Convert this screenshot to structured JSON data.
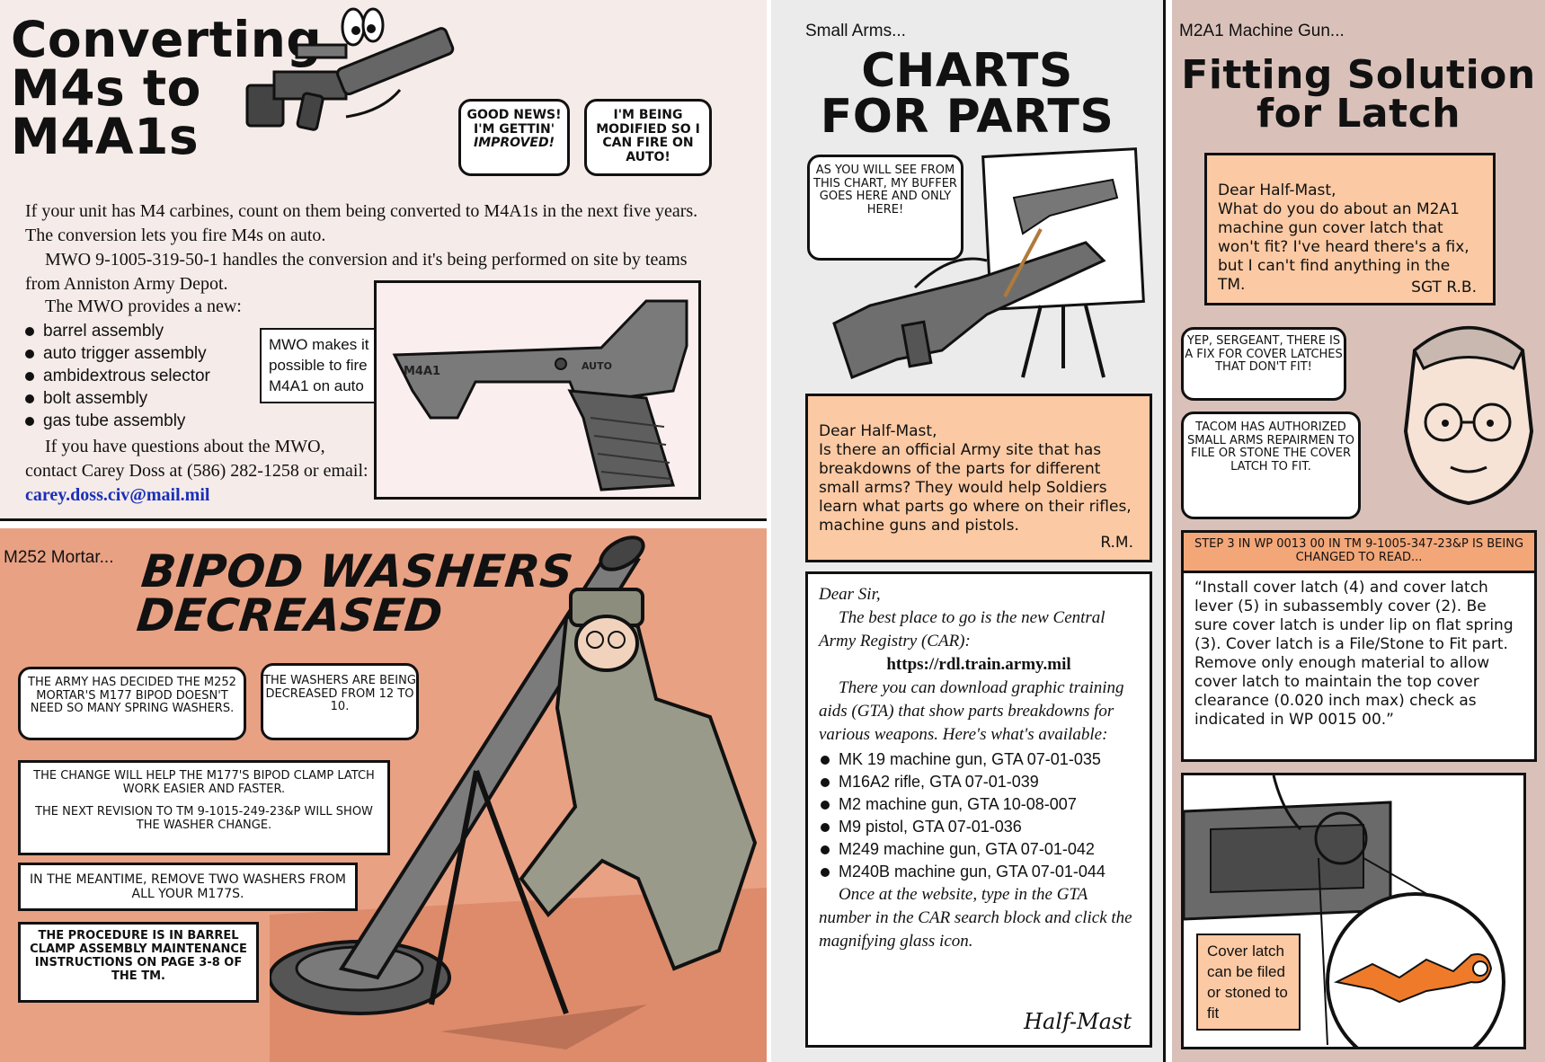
{
  "m4": {
    "title_line1": "Converting",
    "title_line2": "M4s to",
    "title_line3": "M4A1s",
    "bubble_left_1": "GOOD NEWS! I'M GETTIN'",
    "bubble_left_2": "IMPROVED!",
    "bubble_right_1": "I'M BEING MODIFIED SO I CAN FIRE ON",
    "bubble_right_2": "AUTO!",
    "para1": "If your unit has M4 carbines, count on them being converted to M4A1s in the next five years. The conversion lets you fire M4s on auto.",
    "para2": "MWO 9-1005-319-50-1 handles the conversion and it's being performed on site by teams from Anniston Army Depot.",
    "para3": "The MWO provides a new:",
    "bullets": [
      "barrel assembly",
      "auto trigger assembly",
      "ambidextrous selector",
      "bolt assembly",
      "gas tube assembly"
    ],
    "para4": "If you have questions about the MWO, contact Carey Doss at (586) 282-1258 or email:",
    "email": "carey.doss.civ@mail.mil",
    "callout": "MWO makes it possible to fire M4A1 on auto",
    "receiver_mark": "M4A1",
    "selector_mark": "AUTO"
  },
  "mortar": {
    "kicker": "M252 Mortar...",
    "title_line1": "BIPOD WASHERS",
    "title_line2": "DECREASED",
    "bubble1": "THE ARMY HAS DECIDED THE M252 MORTAR'S M177 BIPOD DOESN'T NEED SO MANY SPRING WASHERS.",
    "bubble2": "THE WASHERS ARE BEING DECREASED FROM 12 TO 10.",
    "box1a": "THE CHANGE WILL HELP THE M177'S BIPOD CLAMP LATCH WORK EASIER AND FASTER.",
    "box1b": "THE NEXT REVISION TO TM 9-1015-249-23&P WILL SHOW THE WASHER CHANGE.",
    "box2": "IN THE MEANTIME, REMOVE TWO WASHERS FROM ALL YOUR M177S.",
    "box3": "THE PROCEDURE IS IN BARREL CLAMP ASSEMBLY MAINTENANCE INSTRUCTIONS ON PAGE 3-8 OF THE TM."
  },
  "charts": {
    "kicker": "Small Arms...",
    "title_line1": "CHARTS",
    "title_line2": "FOR PARTS",
    "bubble": "AS YOU WILL SEE FROM THIS CHART, MY BUFFER GOES HERE AND ONLY HERE!",
    "letter": "Dear Half-Mast,\n    Is there an official Army site that has breakdowns of the parts for different small arms? They would help Soldiers learn what parts go where on their rifles, machine guns and pistols.",
    "letter_sign": "R.M.",
    "reply_greeting": "Dear Sir,",
    "reply_p1": "The best place to go is the new Central Army Registry (CAR):",
    "reply_url": "https://rdl.train.army.mil",
    "reply_p2": "There you can download graphic training aids (GTA) that show parts breakdowns for various weapons. Here's what's available:",
    "items": [
      {
        "name": "MK 19 machine gun,",
        "gta": "GTA 07-01-035"
      },
      {
        "name": "M16A2 rifle,",
        "gta": "GTA 07-01-039"
      },
      {
        "name": "M2 machine gun,",
        "gta": "GTA 10-08-007"
      },
      {
        "name": "M9 pistol,",
        "gta": "GTA 07-01-036"
      },
      {
        "name": "M249 machine gun,",
        "gta": "GTA 07-01-042"
      },
      {
        "name": "M240B machine gun,",
        "gta": "GTA 07-01-044"
      }
    ],
    "reply_p3": "Once at the website, type in the GTA number in the CAR search block and click the magnifying glass icon.",
    "signature": "Half-Mast"
  },
  "latch": {
    "kicker": "M2A1 Machine Gun...",
    "title_line1": "Fitting Solution",
    "title_line2": "for Latch",
    "letter": "Dear Half-Mast,\n    What do you do about an M2A1 machine gun cover latch that won't fit? I've heard there's a fix, but I can't find anything in the TM.",
    "letter_sign": "SGT R.B.",
    "bubble1": "YEP, SERGEANT, THERE IS A FIX FOR COVER LATCHES THAT DON'T FIT!",
    "bubble2": "TACOM HAS AUTHORIZED SMALL ARMS REPAIRMEN TO FILE OR STONE THE COVER LATCH TO FIT.",
    "step_header": "STEP 3 IN WP 0013 00 IN TM 9-1005-347-23&P IS BEING CHANGED TO READ...",
    "step_text": "“Install cover latch (4) and cover latch lever (5) in subassembly cover (2). Be sure cover latch is under lip on flat spring (3). Cover latch is a File/Stone to Fit part. Remove only enough material to allow cover latch to maintain the top cover clearance (0.020 inch max) check as indicated in WP 0015 00.”",
    "callout": "Cover latch can be filed or stoned to fit"
  },
  "colors": {
    "peach_box": "#fbc9a3",
    "salmon_panel": "#e9a184",
    "link_blue": "#1a2fb8",
    "latch_orange": "#ef7b2a"
  }
}
